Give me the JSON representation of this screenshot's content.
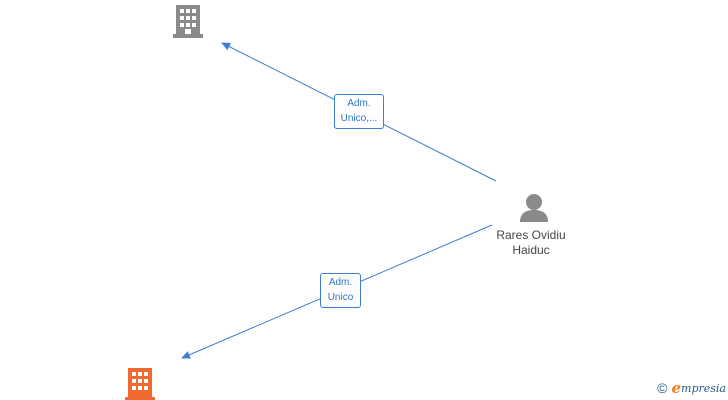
{
  "nodes": {
    "company_top": {
      "icon": "building-icon",
      "color": "#8a8a8a"
    },
    "company_bottom": {
      "icon": "building-icon",
      "color": "#ef6a2e"
    },
    "person": {
      "icon": "person-icon",
      "color": "#8a8a8a",
      "name_line1": "Rares Ovidiu",
      "name_line2": "Haiduc"
    }
  },
  "edges": [
    {
      "from": "person",
      "to": "company_top",
      "label_line1": "Adm.",
      "label_line2": "Unico,..."
    },
    {
      "from": "person",
      "to": "company_bottom",
      "label_line1": "Adm.",
      "label_line2": "Unico"
    }
  ],
  "colors": {
    "edge": "#3a7fd5",
    "edge_label_text": "#2d74c9"
  },
  "watermark": {
    "copyright_symbol": "©",
    "brand_initial": "e",
    "brand_rest": "mpresia"
  }
}
